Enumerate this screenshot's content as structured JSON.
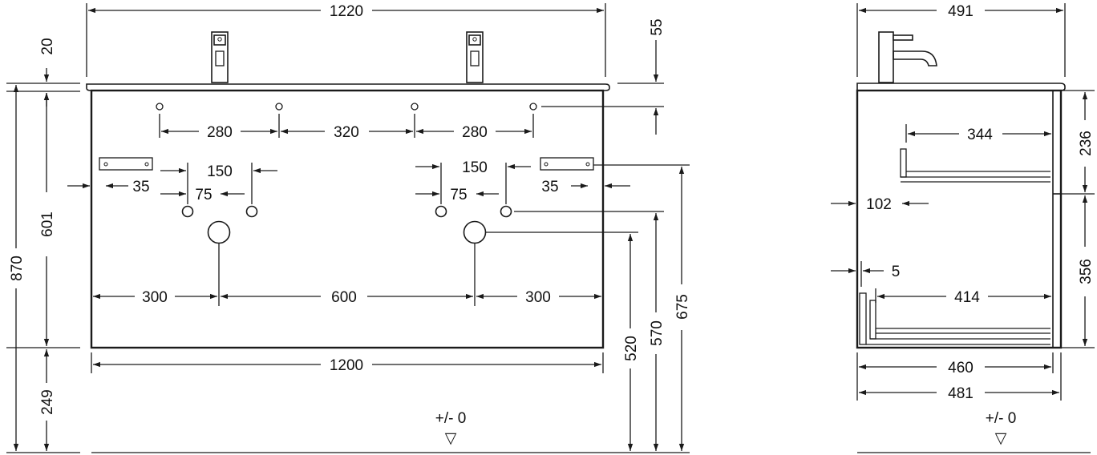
{
  "front_view": {
    "dims": {
      "top_width": "1220",
      "top_thickness": "20",
      "overflow_height": "55",
      "total_height": "870",
      "cabinet_height": "601",
      "leg_height": "249",
      "hole_spacing_left": "280",
      "hole_spacing_middle": "320",
      "hole_spacing_right": "280",
      "tap_spacing_left": "150",
      "tap_spacing_right": "150",
      "tap_offset_left": "75",
      "tap_offset_right": "75",
      "bracket_offset_left": "35",
      "bracket_offset_right": "35",
      "drain_edge_left": "300",
      "drain_spacing": "600",
      "drain_edge_right": "300",
      "cabinet_width": "1200",
      "height_drain": "520",
      "height_taps": "570",
      "height_bracket": "675"
    },
    "floor_label": "+/- 0",
    "floor_symbol": "▽"
  },
  "side_view": {
    "dims": {
      "depth_top": "491",
      "drawer_upper_depth": "344",
      "drawer_upper_height": "236",
      "drawer_upper_offset": "102",
      "front_thickness": "5",
      "drawer_lower_depth": "414",
      "drawer_lower_height": "356",
      "body_depth": "460",
      "total_depth": "481"
    },
    "floor_label": "+/- 0",
    "floor_symbol": "▽"
  }
}
